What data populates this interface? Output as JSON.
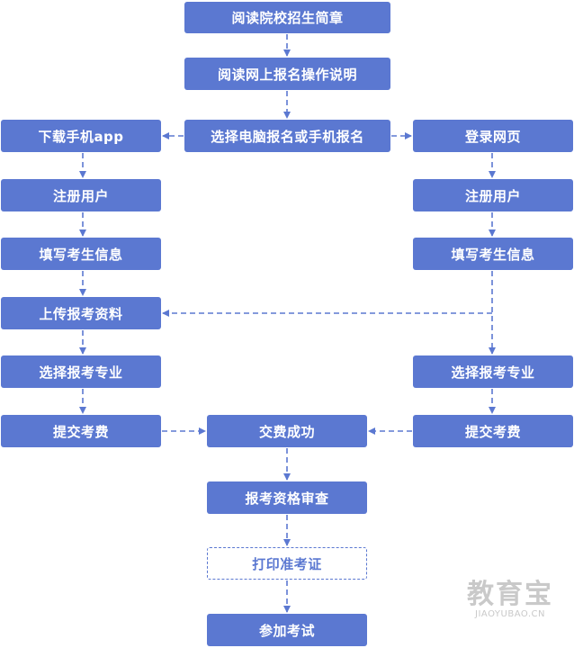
{
  "flow": {
    "steps": {
      "read_guide": "阅读院校招生简章",
      "read_online_instructions": "阅读网上报名操作说明",
      "choose_method": "选择电脑报名或手机报名",
      "download_app": "下载手机app",
      "login_web": "登录网页",
      "register_app": "注册用户",
      "register_web": "注册用户",
      "fill_info_app": "填写考生信息",
      "fill_info_web": "填写考生信息",
      "upload_docs": "上传报考资料",
      "choose_major_app": "选择报考专业",
      "choose_major_web": "选择报考专业",
      "submit_fee_app": "提交考费",
      "submit_fee_web": "提交考费",
      "payment_success": "交费成功",
      "qualification_review": "报考资格审查",
      "print_admission": "打印准考证",
      "attend_exam": "参加考试"
    }
  },
  "watermark": {
    "main": "教育宝",
    "sub": "JIAOYUBAO.CN"
  },
  "colors": {
    "node_fill": "#5b78d1",
    "node_text": "#ffffff",
    "connector": "#5b78d1",
    "watermark": "#c9c9c9"
  }
}
